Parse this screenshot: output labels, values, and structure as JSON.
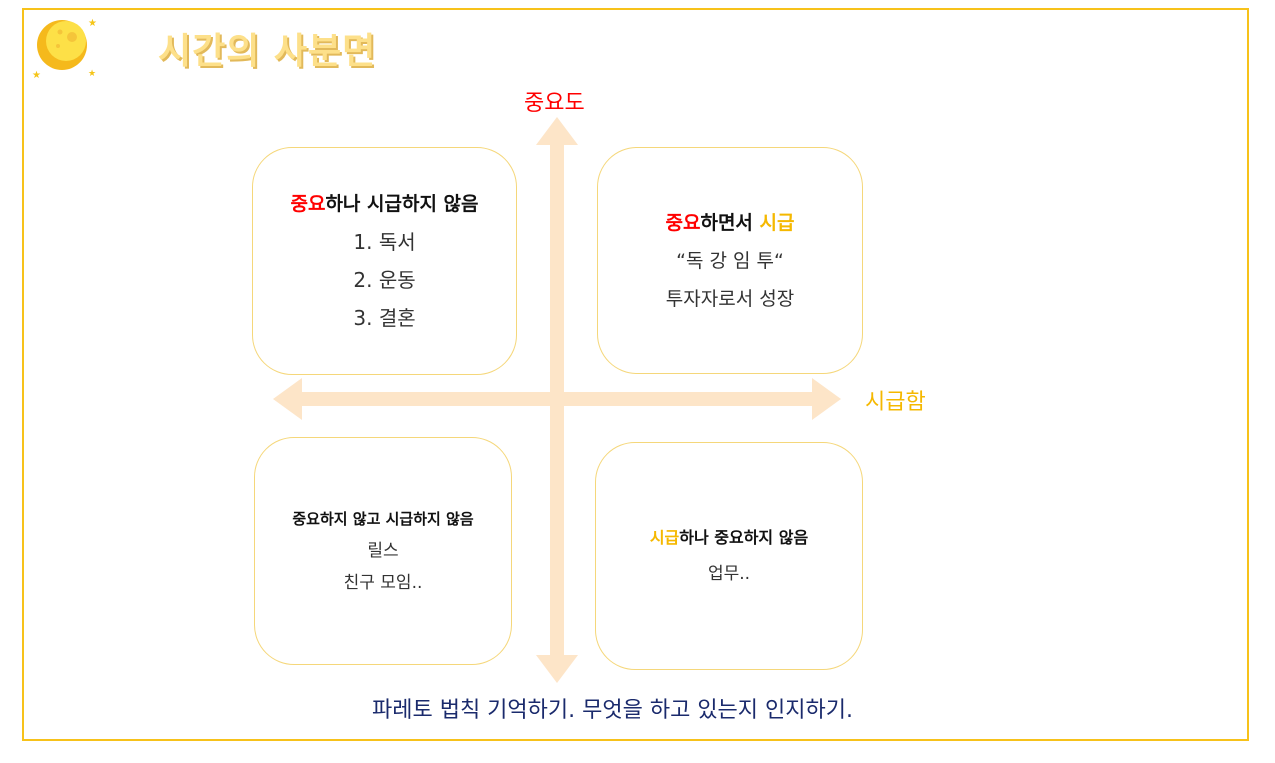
{
  "title": "시간의 사분면",
  "axes": {
    "vertical": "중요도",
    "horizontal": "시급함"
  },
  "quadrants": {
    "top_left": {
      "heading_red": "중요",
      "heading_rest": "하나 시급하지 않음",
      "items": [
        "1. 독서",
        "2. 운동",
        "3. 결혼"
      ]
    },
    "top_right": {
      "heading_red": "중요",
      "heading_mid": "하면서 ",
      "heading_gold": "시급",
      "items": [
        "“독 강 임 투“",
        "투자자로서 성장"
      ]
    },
    "bottom_left": {
      "heading": "중요하지 않고 시급하지 않음",
      "items": [
        "릴스",
        "친구 모임.."
      ]
    },
    "bottom_right": {
      "heading_gold": "시급",
      "heading_rest": "하나 중요하지 않음",
      "items": [
        "업무.."
      ]
    }
  },
  "footer": "파레토 법칙 기억하기. 무엇을 하고 있는지 인지하기.",
  "colors": {
    "frame": "#f7c21a",
    "arrow": "#fde5c8",
    "important": "#ff0000",
    "urgent": "#f5b800",
    "footer": "#1a2a6c"
  }
}
